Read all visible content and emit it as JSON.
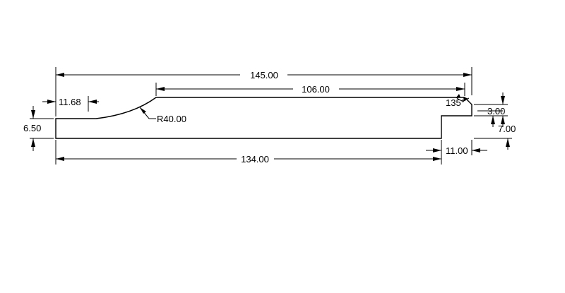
{
  "drawing": {
    "dimensions": {
      "overall_length": "145.00",
      "top_flat": "106.00",
      "bottom_length": "134.00",
      "left_offset": "11.68",
      "radius": "R40.00",
      "left_height": "6.50",
      "right_step_height": "3.00",
      "right_height": "7.00",
      "right_step_length": "11.00",
      "chamfer_angle": "135°"
    },
    "colors": {
      "line": "#000000",
      "background": "#ffffff"
    }
  }
}
